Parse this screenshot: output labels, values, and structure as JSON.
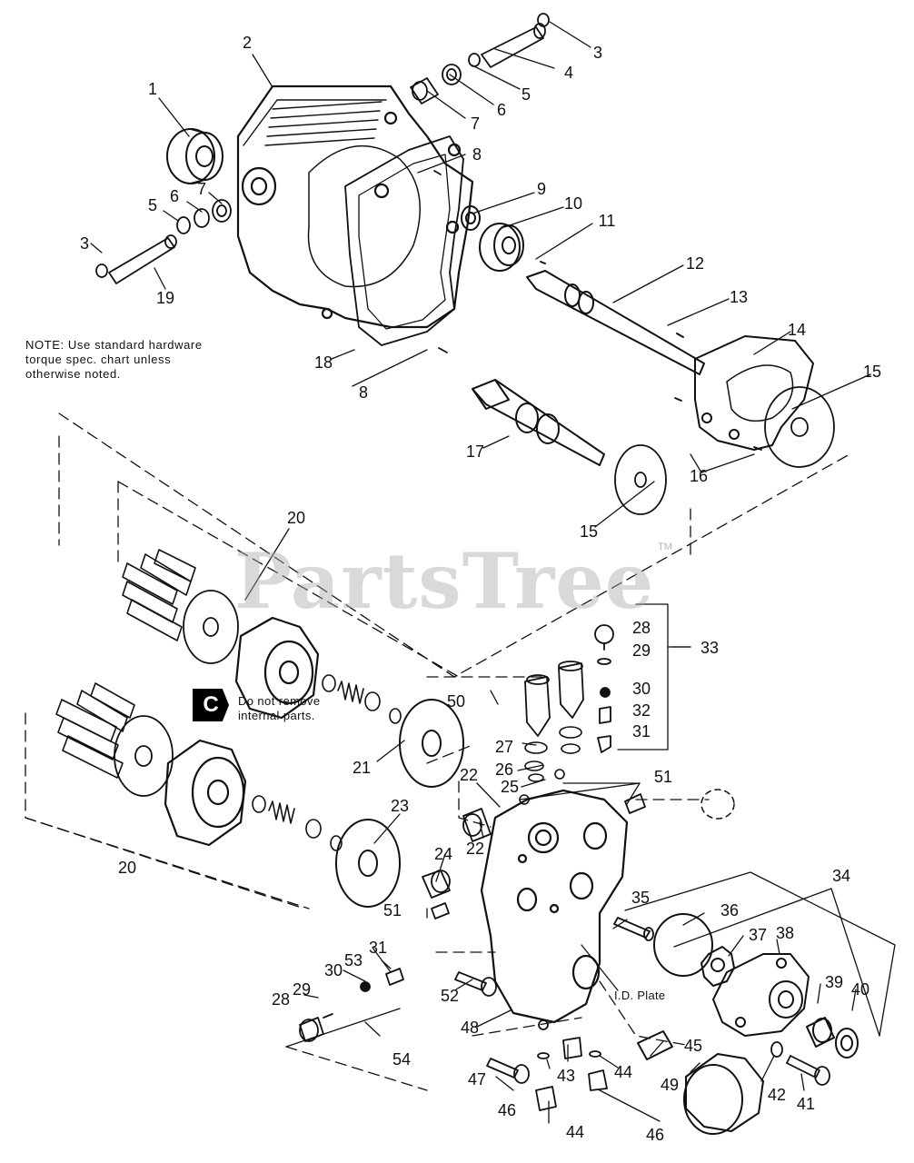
{
  "diagram": {
    "note": {
      "line1": "NOTE: Use standard hardware",
      "line2": "torque spec. chart unless",
      "line3": "otherwise noted."
    },
    "caution": {
      "letter": "C",
      "line1": "Do not remove",
      "line2": "internal parts."
    },
    "id_plate_label": "I.D. Plate",
    "watermark": "PartsTree",
    "trademark": "TM",
    "callouts": [
      "1",
      "2",
      "3",
      "3",
      "4",
      "5",
      "5",
      "6",
      "6",
      "7",
      "7",
      "8",
      "8",
      "9",
      "10",
      "11",
      "12",
      "13",
      "14",
      "15",
      "15",
      "16",
      "17",
      "18",
      "19",
      "20",
      "20",
      "21",
      "22",
      "22",
      "23",
      "24",
      "25",
      "26",
      "27",
      "28",
      "28",
      "29",
      "29",
      "30",
      "30",
      "31",
      "31",
      "32",
      "33",
      "34",
      "35",
      "36",
      "37",
      "38",
      "39",
      "40",
      "41",
      "42",
      "43",
      "44",
      "44",
      "45",
      "46",
      "46",
      "47",
      "48",
      "49",
      "50",
      "51",
      "51",
      "52",
      "53",
      "54"
    ],
    "colors": {
      "ink": "#111111",
      "paper": "#ffffff",
      "watermark": "#aaaaaa"
    }
  }
}
